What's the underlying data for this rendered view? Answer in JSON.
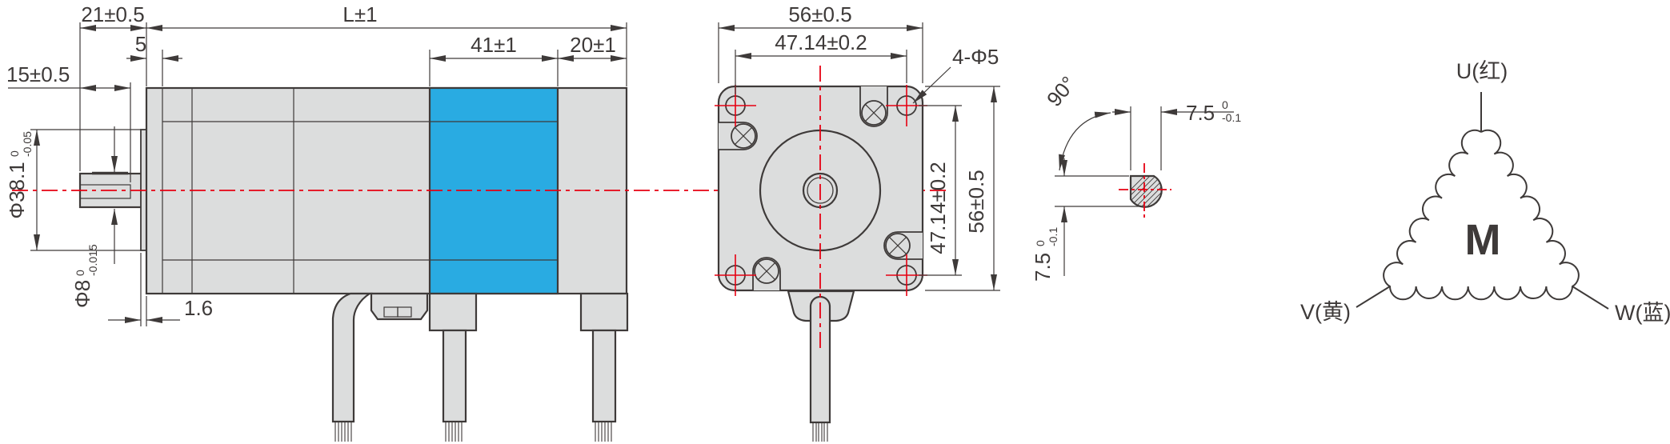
{
  "colors": {
    "body_fill": "#dcdddd",
    "accent_blue": "#29abe2",
    "centerline_red": "#e60012",
    "line": "#3e3a39"
  },
  "side_view": {
    "dims": {
      "shaft_tip_to_flange": "21±0.5",
      "body_length": "L±1",
      "flange_step": "5",
      "shaft_flat_length": "15±0.5",
      "mid_section_length": "41±1",
      "rear_section_length": "20±1",
      "boss_thickness": "1.6",
      "pilot_diameter": "Φ38.1",
      "pilot_diameter_tol_upper": "0",
      "pilot_diameter_tol_lower": "-0.05",
      "shaft_diameter": "Φ8",
      "shaft_diameter_tol_upper": "0",
      "shaft_diameter_tol_lower": "-0.015"
    }
  },
  "front_view": {
    "dims": {
      "flange_width": "56±0.5",
      "hole_spacing_horizontal": "47.14±0.2",
      "mounting_holes": "4-Φ5",
      "hole_spacing_vertical": "47.14±0.2",
      "flange_height": "56±0.5"
    }
  },
  "shaft_section": {
    "dims": {
      "flat_angle": "90°",
      "flat_width": "7.5",
      "flat_width_tol_upper": "0",
      "flat_width_tol_lower": "-0.1",
      "flat_height": "7.5",
      "flat_height_tol_upper": "0",
      "flat_height_tol_lower": "-0.1"
    }
  },
  "wiring_diagram": {
    "motor_symbol": "M",
    "phase_u": "U(红)",
    "phase_v": "V(黄)",
    "phase_w": "W(蓝)"
  }
}
